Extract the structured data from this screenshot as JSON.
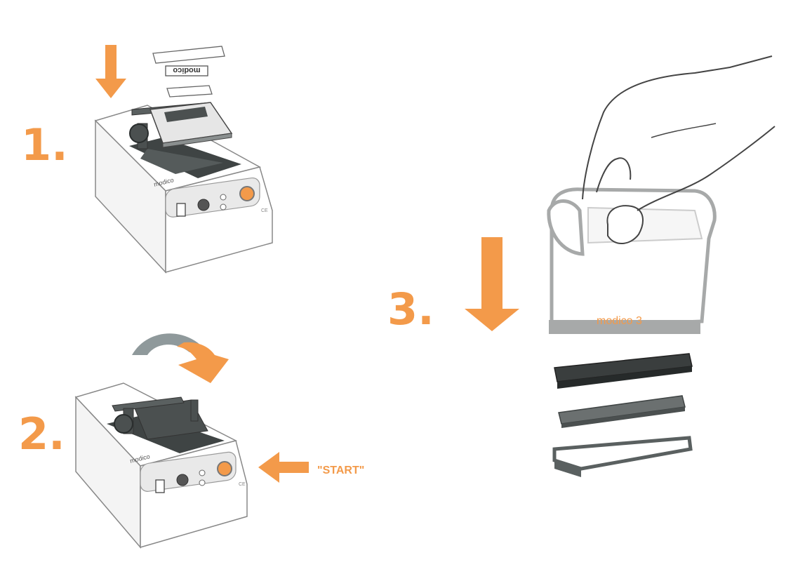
{
  "colors": {
    "accent": "#f39a4a",
    "dark": "#3f4444",
    "mid": "#6b7070",
    "light": "#e8e8e8",
    "gray_arrow": "#8f999b"
  },
  "steps": [
    {
      "number": "1."
    },
    {
      "number": "2."
    },
    {
      "number": "3."
    }
  ],
  "step1": {
    "plate_text": "modico",
    "brand": "modico",
    "ce": "CE"
  },
  "step2": {
    "start_label": "\"START\"",
    "brand": "modico",
    "ce": "CE"
  },
  "step3": {
    "stamp_brand": "modico 3"
  }
}
